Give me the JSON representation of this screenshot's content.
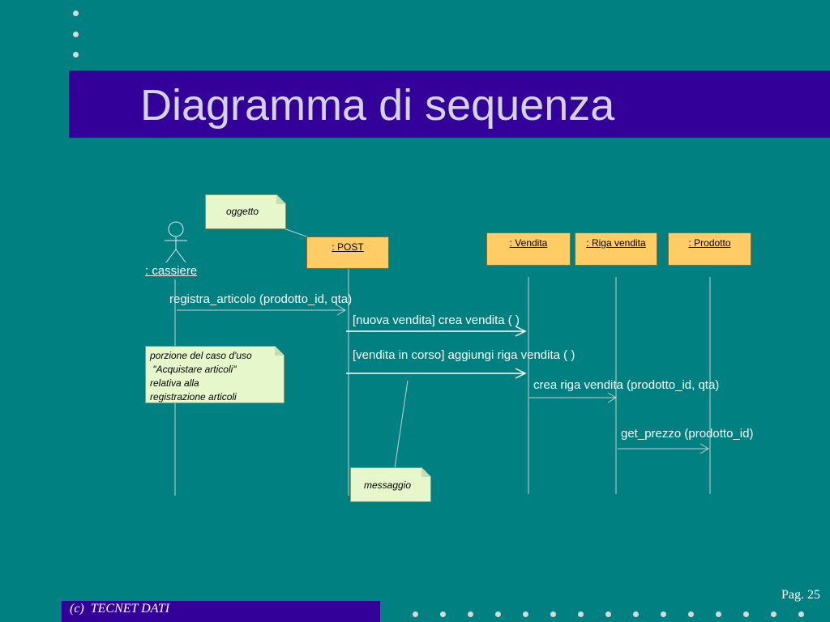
{
  "slide": {
    "title": "Diagramma di sequenza",
    "footer": "(c)  TECNET DATI",
    "page": "Pag. 25"
  },
  "colors": {
    "background": "#008080",
    "title_bar": "#330099",
    "object_box": "#ffcc66",
    "note_box": "#e6f7cc"
  },
  "actor": {
    "name": ": cassiere",
    "icon": "stick-figure-icon"
  },
  "objects": [
    {
      "label": ": POST"
    },
    {
      "label": ": Vendita"
    },
    {
      "label": ": Riga vendita"
    },
    {
      "label": ": Prodotto"
    }
  ],
  "messages": [
    {
      "text": "registra_articolo (prodotto_id, qta)"
    },
    {
      "text": "[nuova vendita] crea vendita ( )"
    },
    {
      "text": "[vendita in corso] aggiungi riga vendita ( )"
    },
    {
      "text": "crea riga vendita (prodotto_id, qta)"
    },
    {
      "text": "get_prezzo (prodotto_id)"
    }
  ],
  "notes": {
    "oggetto": "oggetto",
    "messaggio": "messaggio",
    "porzione": [
      "porzione del caso d'uso",
      " \"Acquistare articoli\"",
      "relativa alla",
      "registrazione articoli"
    ]
  }
}
